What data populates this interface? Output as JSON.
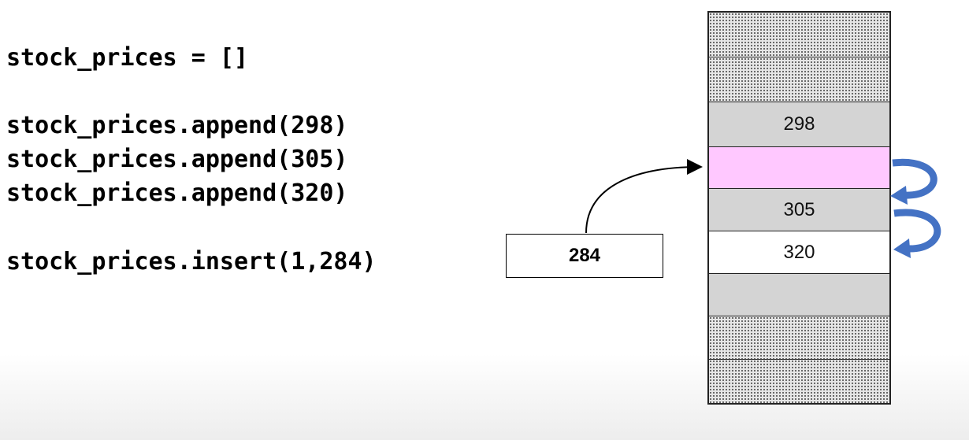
{
  "code_lines": {
    "l1": "stock_prices = []",
    "l2": "stock_prices.append(298)",
    "l3": "stock_prices.append(305)",
    "l4": "stock_prices.append(320)",
    "l5": "stock_prices.insert(1,284)"
  },
  "new_value": "284",
  "memory_cells": [
    {
      "label": "",
      "style": "hatched"
    },
    {
      "label": "",
      "style": "hatched"
    },
    {
      "label": "298",
      "style": "gray"
    },
    {
      "label": "",
      "style": "pink"
    },
    {
      "label": "305",
      "style": "gray"
    },
    {
      "label": "320",
      "style": "white"
    },
    {
      "label": "",
      "style": "gray"
    },
    {
      "label": "",
      "style": "hatched"
    },
    {
      "label": "",
      "style": "hatched"
    }
  ],
  "colors": {
    "hatched": "#e6e6e6",
    "gray": "#d4d4d4",
    "pink": "#ffc8ff",
    "white": "#ffffff",
    "shift_arrow": "#4472c4"
  },
  "icons": [
    "insert-arrow-icon",
    "shift-down-arrow-icon"
  ]
}
